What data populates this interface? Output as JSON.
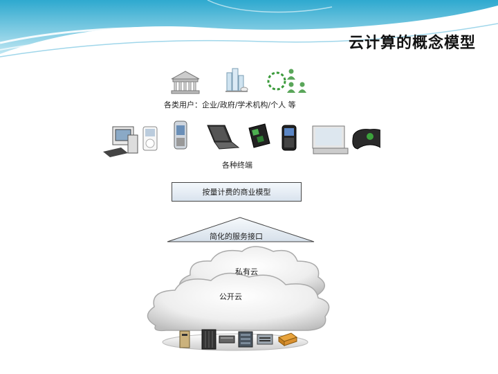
{
  "slide": {
    "title": "云计算的概念模型"
  },
  "diagram": {
    "users_label": "各类用户：企业/政府/学术机构/个人 等",
    "terminals_label": "各种终端",
    "billing_model": "按量计费的商业模型",
    "service_interface": "简化的服务接口",
    "private_cloud": "私有云",
    "public_cloud": "公开云",
    "user_icons": [
      "enterprise-building-icon",
      "government-building-icon",
      "people-network-icon"
    ],
    "terminal_icons": [
      "desktop-computer-icon",
      "ipod-icon",
      "mobile-phone-icon",
      "laptop-icon",
      "handheld-console-icon",
      "blackberry-icon",
      "tv-dvd-icon",
      "game-controller-icon"
    ],
    "server_icons": [
      "server-tower-icon",
      "rack-server-icon",
      "blade-server-icon",
      "storage-array-icon",
      "network-switch-icon",
      "router-icon"
    ]
  }
}
